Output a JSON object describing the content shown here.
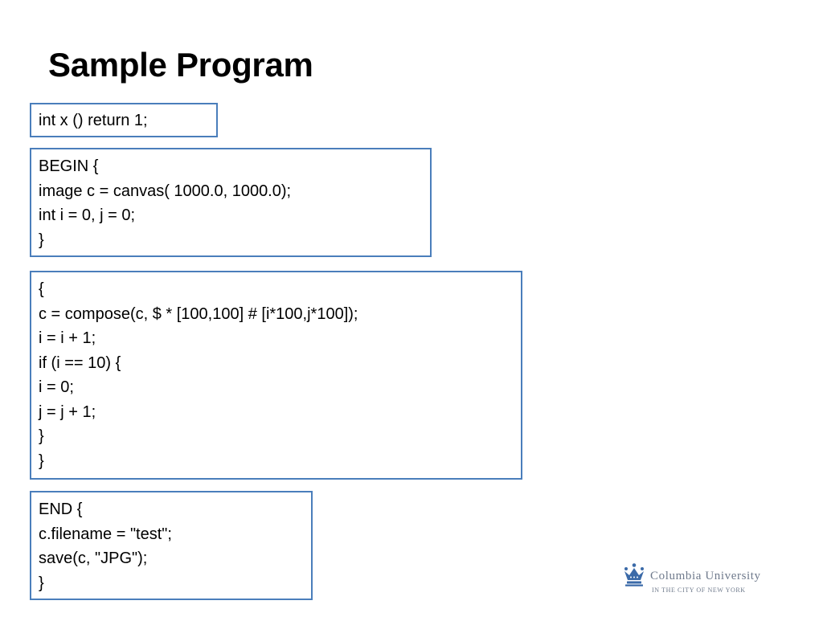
{
  "slide": {
    "title": "Sample Program"
  },
  "code_blocks": [
    {
      "lines": [
        "int x () return 1;"
      ]
    },
    {
      "lines": [
        "BEGIN {",
        "image c = canvas( 1000.0, 1000.0);",
        "int i = 0, j = 0;",
        "}"
      ]
    },
    {
      "lines": [
        "{",
        "c = compose(c, $ * [100,100] # [i*100,j*100]);",
        "i = i + 1;",
        "if (i == 10) {",
        "i = 0;",
        "j = j + 1;",
        "}",
        "}"
      ]
    },
    {
      "lines": [
        "END {",
        "c.filename = \"test\";",
        "save(c, \"JPG\");",
        "}"
      ]
    }
  ],
  "logo": {
    "name": "Columbia University",
    "subtitle": "IN THE CITY OF NEW YORK",
    "icon": "crown-icon",
    "color": "#6f7a8c"
  },
  "colors": {
    "box_border": "#4a7ebb",
    "crown": "#3b6aa8"
  }
}
